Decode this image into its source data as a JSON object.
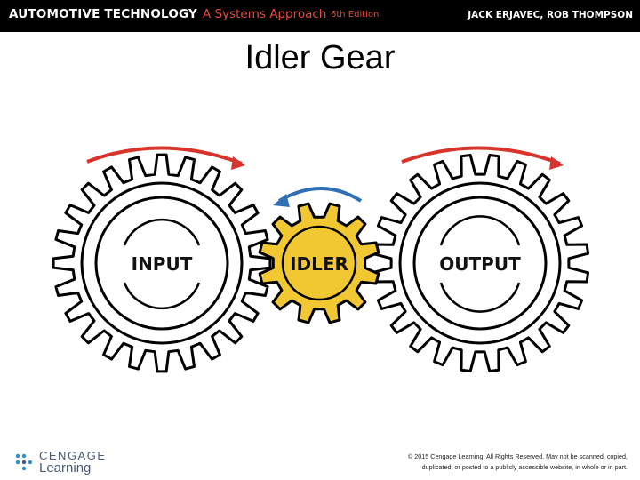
{
  "header": {
    "book_title": "AUTOMOTIVE TECHNOLOGY",
    "book_subtitle": "A Systems Approach",
    "edition": "6th Edition",
    "authors": "JACK ERJAVEC, ROB THOMPSON"
  },
  "slide": {
    "title": "Idler Gear"
  },
  "diagram": {
    "gears": [
      {
        "label": "INPUT",
        "color": "#ffffff",
        "rotation": "clockwise"
      },
      {
        "label": "IDLER",
        "color": "#f2c832",
        "rotation": "counterclockwise"
      },
      {
        "label": "OUTPUT",
        "color": "#ffffff",
        "rotation": "clockwise"
      }
    ],
    "colors": {
      "outline": "#000000",
      "idler_fill": "#f2c832",
      "input_output_arrows": "#d9342b",
      "idler_arrow": "#2f6fb5"
    }
  },
  "footer": {
    "logo_top": "CENGAGE",
    "logo_bottom": "Learning",
    "copyright_line1": "© 2015 Cengage Learning. All Rights Reserved. May not be scanned, copied,",
    "copyright_line2": "duplicated, or posted to a publicly accessible website, in whole or in part."
  }
}
